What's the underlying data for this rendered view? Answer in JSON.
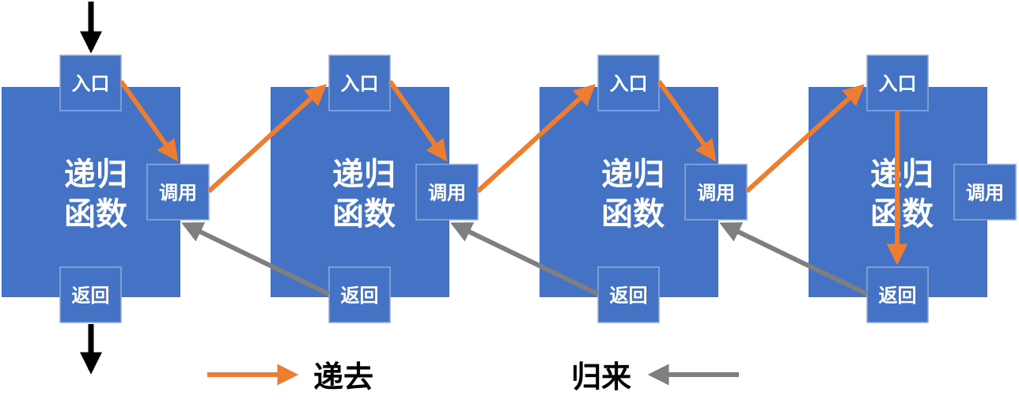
{
  "colors": {
    "block": "#4472C4",
    "port_border": "#8FAADC",
    "forward_arrow": "#ED7D31",
    "return_arrow": "#7F7F7F",
    "io_arrow": "#000000",
    "label": "#FFFFFF",
    "legend_text": "#000000"
  },
  "blocks": [
    {
      "title_line1": "递归",
      "title_line2": "函数",
      "entry": "入口",
      "call": "调用",
      "ret": "返回"
    },
    {
      "title_line1": "递归",
      "title_line2": "函数",
      "entry": "入口",
      "call": "调用",
      "ret": "返回"
    },
    {
      "title_line1": "递归",
      "title_line2": "函数",
      "entry": "入口",
      "call": "调用",
      "ret": "返回"
    },
    {
      "title_line1": "递归",
      "title_line2": "函数",
      "entry": "入口",
      "call": "调用",
      "ret": "返回"
    }
  ],
  "legend": {
    "forward": "递去",
    "backward": "归来"
  }
}
